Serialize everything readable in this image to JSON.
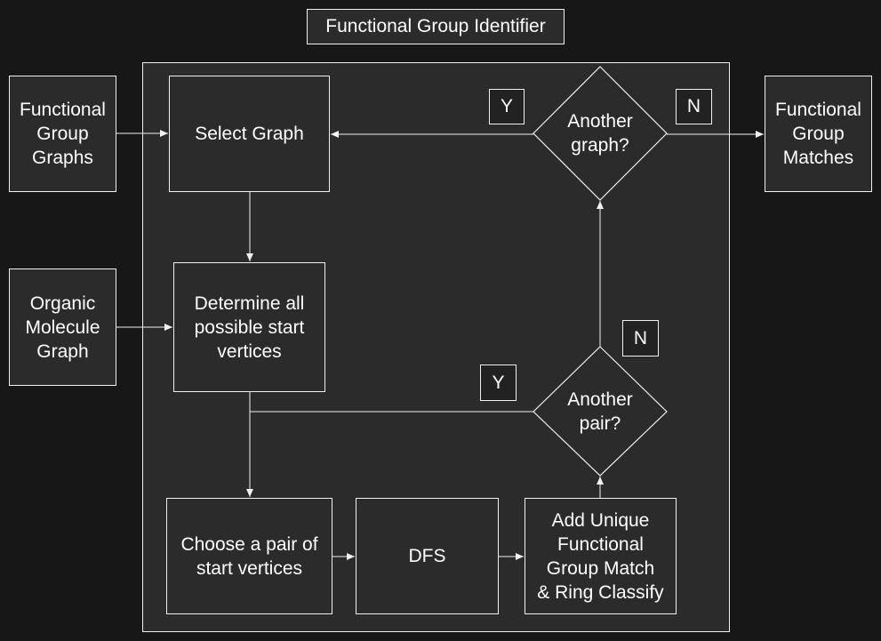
{
  "title": "Functional Group Identifier",
  "nodes": {
    "functional_group_graphs": "Functional\nGroup\nGraphs",
    "organic_molecule_graph": "Organic\nMolecule\nGraph",
    "functional_group_matches": "Functional\nGroup\nMatches",
    "select_graph": "Select Graph",
    "determine_start_vertices": "Determine all\npossible start\nvertices",
    "choose_pair": "Choose a pair of\nstart vertices",
    "dfs": "DFS",
    "add_unique_match": "Add Unique\nFunctional\nGroup Match\n& Ring Classify"
  },
  "decisions": {
    "another_graph": "Another\ngraph?",
    "another_pair": "Another\npair?"
  },
  "branch_labels": {
    "graph_yes": "Y",
    "graph_no": "N",
    "pair_yes": "Y",
    "pair_no": "N"
  },
  "colors": {
    "background": "#171717",
    "box_fill": "#2b2b2b",
    "stroke": "#f0f0f0",
    "text": "#ffffff"
  }
}
